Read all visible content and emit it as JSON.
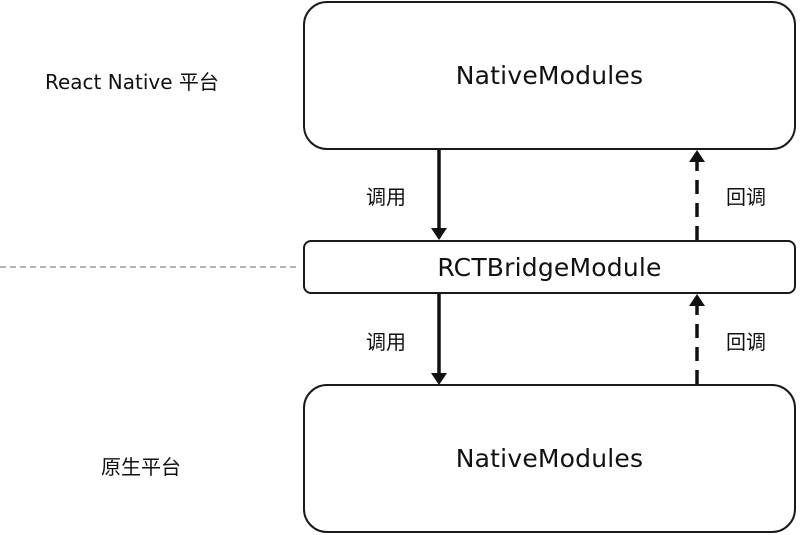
{
  "platforms": {
    "top": "React Native 平台",
    "bottom": "原生平台"
  },
  "boxes": {
    "top": "NativeModules",
    "middle": "RCTBridgeModule",
    "bottom": "NativeModules"
  },
  "arrows": {
    "call_top": "调用",
    "call_bottom": "调用",
    "callback_top": "回调",
    "callback_bottom": "回调"
  }
}
